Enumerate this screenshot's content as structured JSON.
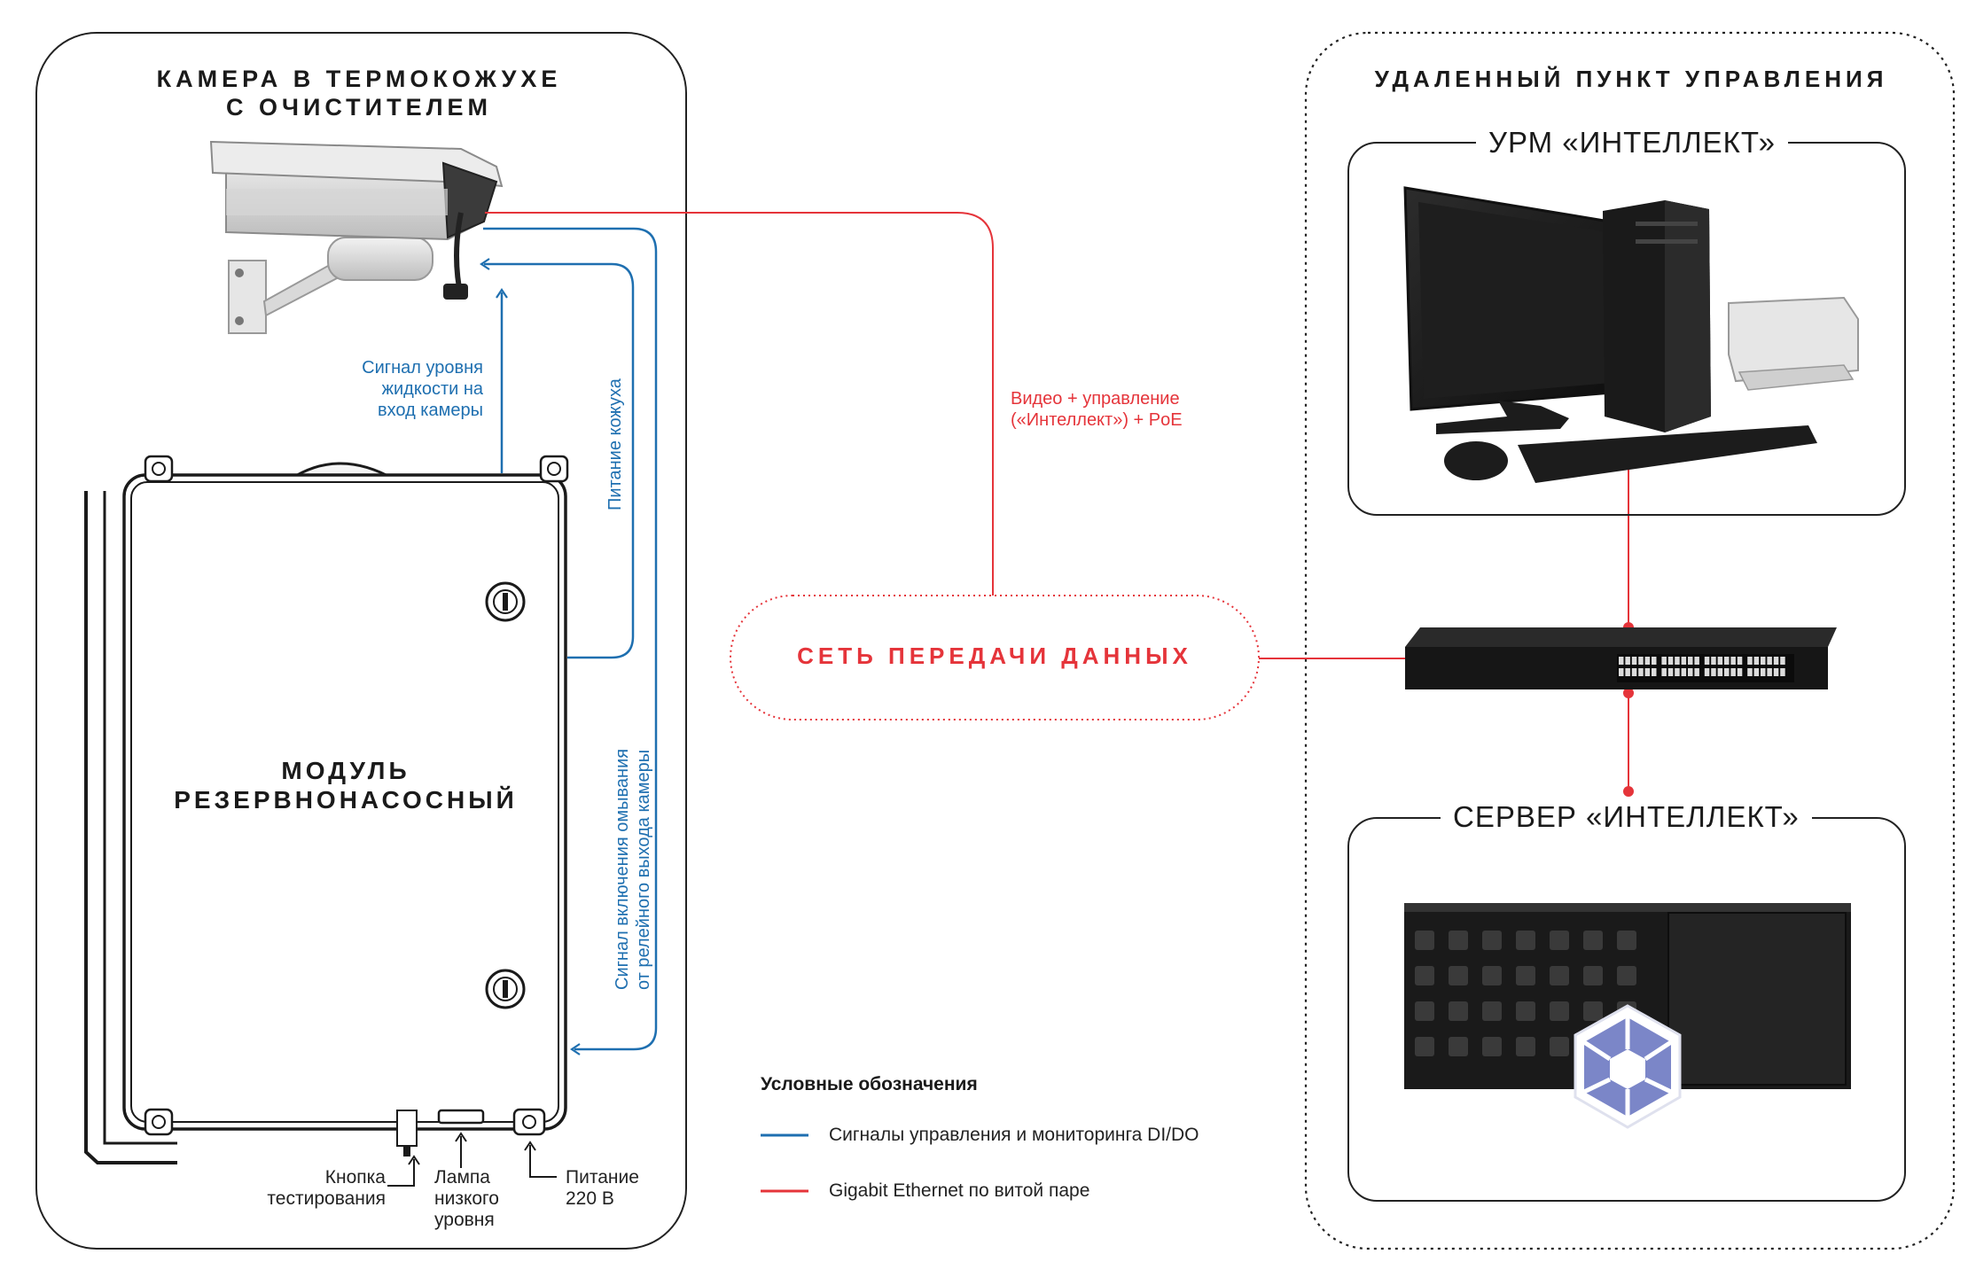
{
  "left_panel": {
    "camera_title_line1": "КАМЕРА В ТЕРМОКОЖУХЕ",
    "camera_title_line2": "С ОЧИСТИТЕЛЕМ",
    "module_title_line1": "МОДУЛЬ",
    "module_title_line2": "РЕЗЕРВНОНАСОСНЫЙ",
    "signal_level_line1": "Сигнал уровня",
    "signal_level_line2": "жидкости на",
    "signal_level_line3": "вход камеры",
    "housing_power": "Питание кожуха",
    "wash_signal_line1": "Сигнал включения омывания",
    "wash_signal_line2": "от релейного выхода камеры",
    "test_button_line1": "Кнопка",
    "test_button_line2": "тестирования",
    "low_lamp_line1": "Лампа",
    "low_lamp_line2": "низкого",
    "low_lamp_line3": "уровня",
    "power_line1": "Питание",
    "power_line2": "220 В"
  },
  "center": {
    "video_line1": "Видео + управление",
    "video_line2": "(«Интеллект») + PoE",
    "network": "СЕТЬ ПЕРЕДАЧИ ДАННЫХ"
  },
  "right_panel": {
    "title": "УДАЛЕННЫЙ ПУНКТ УПРАВЛЕНИЯ",
    "workstation": "УРМ «ИНТЕЛЛЕКТ»",
    "server": "СЕРВЕР «ИНТЕЛЛЕКТ»"
  },
  "legend": {
    "title": "Условные обозначения",
    "items": [
      {
        "label": "Сигналы управления и мониторинга DI/DO",
        "color": "#1e6fb0"
      },
      {
        "label": "Gigabit Ethernet по витой паре",
        "color": "#e5343a"
      }
    ]
  },
  "colors": {
    "control_line": "#1e6fb0",
    "ethernet_line": "#e5343a",
    "server_badge": "#7b86c8"
  }
}
